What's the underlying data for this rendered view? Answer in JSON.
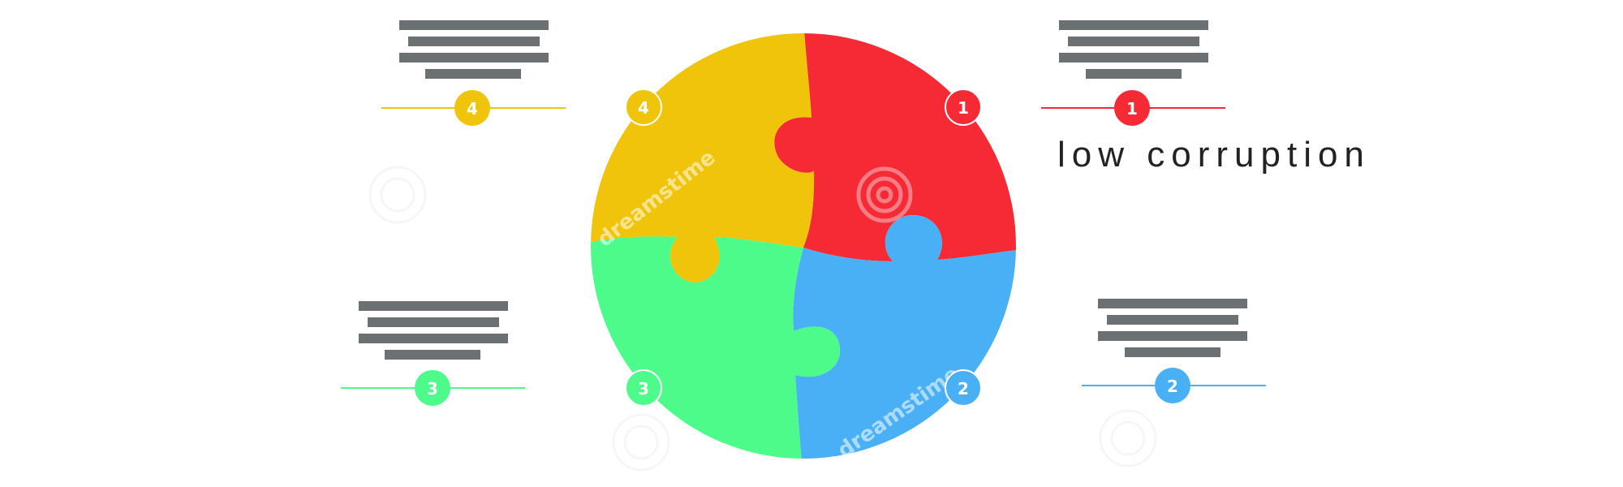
{
  "diagram": {
    "pieces": [
      {
        "id": "1",
        "color": "#f52a35"
      },
      {
        "id": "2",
        "color": "#4ab0f5"
      },
      {
        "id": "3",
        "color": "#4dfb8a"
      },
      {
        "id": "4",
        "color": "#f0c40a"
      }
    ],
    "callouts": [
      {
        "id": "1",
        "color": "#f52a35",
        "caption": "low corruption"
      },
      {
        "id": "2",
        "color": "#4ab0f5"
      },
      {
        "id": "3",
        "color": "#4dfb8a"
      },
      {
        "id": "4",
        "color": "#f0c40a"
      }
    ],
    "bar_color": "#6b7172",
    "watermark_text": "dreamstime"
  }
}
